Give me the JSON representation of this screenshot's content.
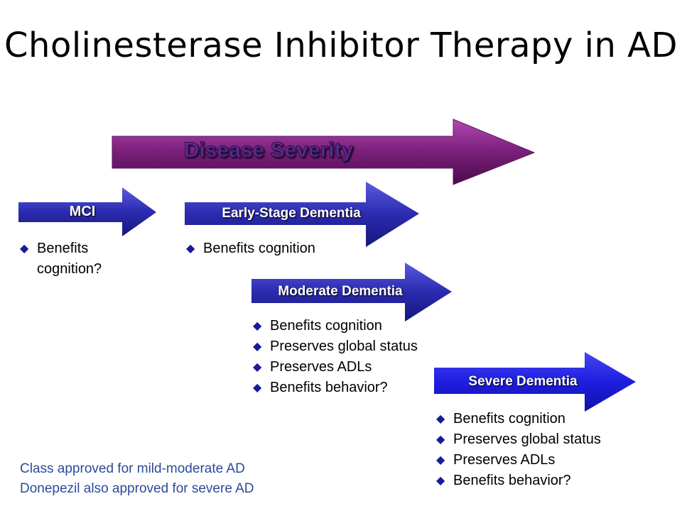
{
  "title": "Cholinesterase Inhibitor Therapy in AD",
  "severity_arrow": {
    "label": "Disease Severity",
    "color": "#7a1f7a"
  },
  "stages": [
    {
      "label": "MCI",
      "bullets": [
        "Benefits cognition?"
      ]
    },
    {
      "label": "Early-Stage Dementia",
      "bullets": [
        "Benefits cognition"
      ]
    },
    {
      "label": "Moderate Dementia",
      "bullets": [
        "Benefits cognition",
        "Preserves global status",
        "Preserves ADLs",
        "Benefits behavior?"
      ]
    },
    {
      "label": "Severe Dementia",
      "bullets": [
        "Benefits cognition",
        "Preserves global status",
        "Preserves ADLs",
        "Benefits behavior?"
      ]
    }
  ],
  "notes": [
    "Class approved for mild-moderate AD",
    "Donepezil also approved for severe AD"
  ],
  "colors": {
    "stage_arrow": "#2b2bb0",
    "bullet": "#1a1a9a",
    "note_text": "#2c4a9a"
  },
  "icons": {
    "bullet": "diamond-bullet-icon"
  }
}
